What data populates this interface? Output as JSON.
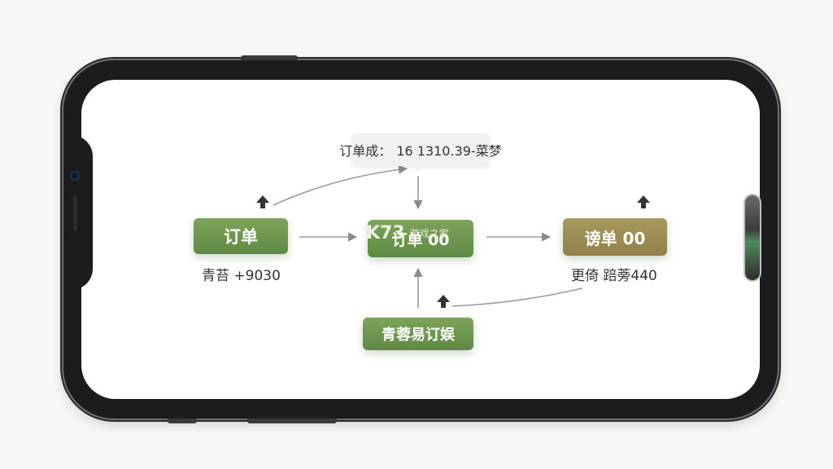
{
  "diagram": {
    "tooltip": {
      "label": "订单成：",
      "value": "16 1310.39-菜梦"
    },
    "nodes": [
      {
        "id": "order",
        "label": "订单",
        "caption": "青苔 +9030",
        "color": "#6f9a4e"
      },
      {
        "id": "order-center",
        "label": "订单 00",
        "color": "#6f9a4e"
      },
      {
        "id": "order-right",
        "label": "谤单 00",
        "caption": "更倚 踣蒡440",
        "color": "#9c8e52"
      },
      {
        "id": "order-bottom",
        "label": "青蓉易订娱",
        "color": "#6f9a4e"
      }
    ]
  },
  "watermark": {
    "logo": "K73",
    "text": "游戏之家"
  },
  "colors": {
    "node_green": "#6f9a4e",
    "node_olive": "#9c8e52",
    "connector": "#8a8a8a",
    "phone_frame": "#1c1c1e"
  }
}
